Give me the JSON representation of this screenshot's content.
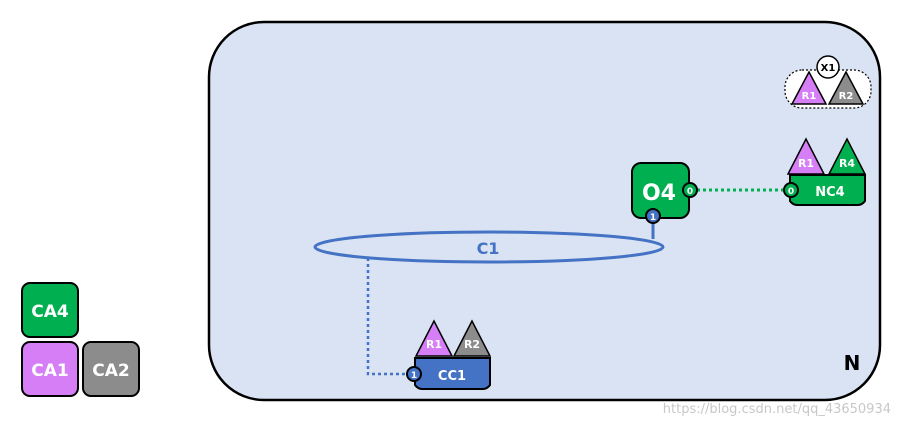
{
  "network": {
    "label": "N",
    "fill": "#dae3f3"
  },
  "ring": {
    "label": "C1",
    "color": "#4472c4"
  },
  "legend": {
    "items": [
      {
        "label": "CA4",
        "color": "#00b050"
      },
      {
        "label": "CA1",
        "color": "#d57ef5"
      },
      {
        "label": "CA2",
        "color": "#8c8c8c"
      }
    ]
  },
  "nodes": {
    "o4": {
      "label": "O4",
      "port": "0",
      "ring_port": "1",
      "color": "#00b050"
    },
    "nc4": {
      "label": "NC4",
      "port": "0",
      "color": "#00b050",
      "roles": [
        {
          "label": "R1",
          "color": "#d57ef5"
        },
        {
          "label": "R4",
          "color": "#00b050"
        }
      ]
    },
    "cc1": {
      "label": "CC1",
      "port": "1",
      "color": "#4472c4",
      "roles": [
        {
          "label": "R1",
          "color": "#d57ef5"
        },
        {
          "label": "R2",
          "color": "#8c8c8c"
        }
      ]
    }
  },
  "exclusion_group": {
    "label": "X1",
    "roles": [
      {
        "label": "R1",
        "color": "#d57ef5"
      },
      {
        "label": "R2",
        "color": "#8c8c8c"
      }
    ]
  },
  "watermark": "https://blog.csdn.net/qq_43650934"
}
